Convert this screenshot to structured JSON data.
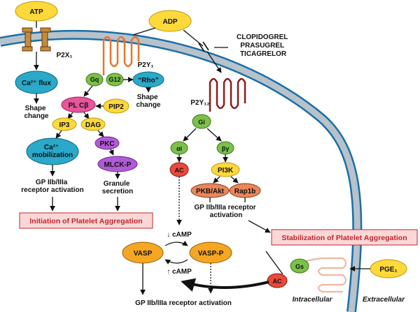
{
  "nodes": {
    "atp": "ATP",
    "p2x1": "P2X₁",
    "ca_flux": "Ca²⁺ flux",
    "shape_change_1": "Shape\nchange",
    "adp": "ADP",
    "p2y1": "P2Y₁",
    "gq": "Gq",
    "g12": "G12",
    "rho": "“Rho”",
    "shape_change_2": "Shape\nchange",
    "plcb": "PL Cβ",
    "pip2": "PIP2",
    "ip3": "IP3",
    "dag": "DAG",
    "ca_mob": "Ca²⁺\nmobilization",
    "pkc": "PKC",
    "mlckp": "MLCK-P",
    "gp_act_1": "GP IIb/IIIa\nreceptor activation",
    "granule": "Granule\nsecretion",
    "drugs": "CLOPIDOGREL\nPRASUGREL\nTICAGRELOR",
    "p2y12": "P2Y₁₂",
    "gi": "Gi",
    "alpha_i": "αi",
    "beta_y": "βγ",
    "ac1": "AC",
    "pi3k": "PI3K",
    "pkb": "PKB/Akt",
    "rap1b": "Rap1b",
    "gp_act_2": "GP IIb/IIIa receptor\nactivation",
    "camp_down": "↓ cAMP",
    "camp_up": "↑ cAMP",
    "vasp": "VASP",
    "vaspp": "VASP-P",
    "gs": "Gs",
    "ac2": "AC",
    "pge1": "PGE₁",
    "gp_act_3": "GP IIb/IIIa receptor activation"
  },
  "boxes": {
    "initiation": "Initiation of Platelet Aggregation",
    "stabilization": "Stabilization of Platelet Aggregation"
  },
  "sides": {
    "intracellular": "Intracellular",
    "extracellular": "Extracellular"
  },
  "colors": {
    "yellow": "#ffd83a",
    "cyan": "#2aa9c9",
    "green": "#7bc04a",
    "pink": "#e7559c",
    "orange": "#f5a623",
    "purple": "#b15ad6",
    "red": "#e84a3a",
    "salmon": "#e9875a",
    "membrane": "#1a6fa8"
  }
}
